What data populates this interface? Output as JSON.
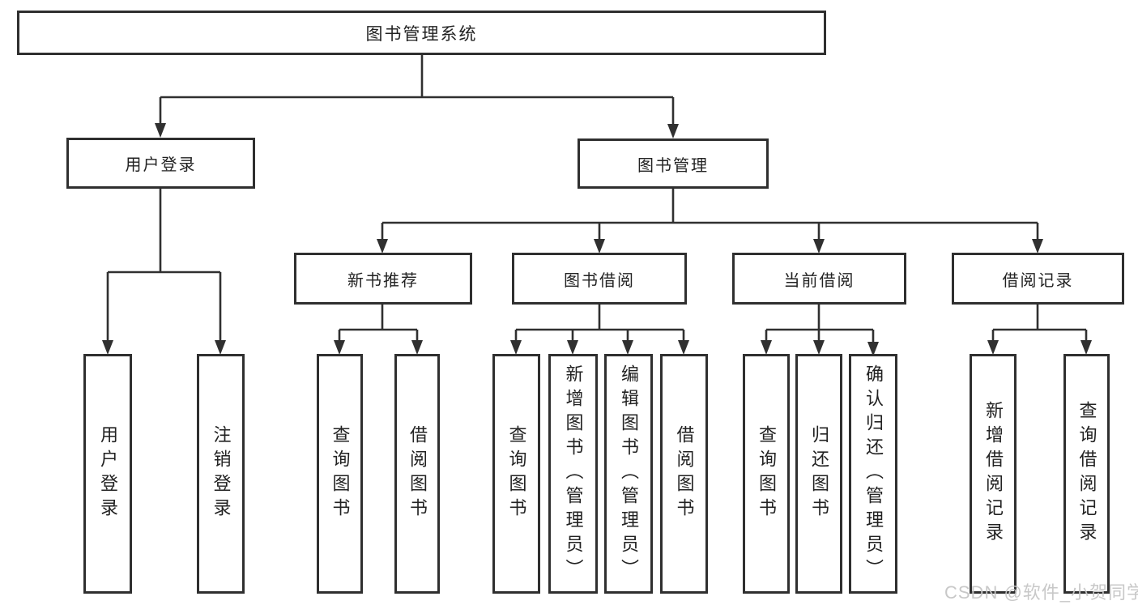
{
  "diagram": {
    "root": {
      "label": "图书管理系统"
    },
    "children": [
      {
        "label": "用户登录",
        "children": [
          {
            "label": "用户登录"
          },
          {
            "label": "注销登录"
          }
        ]
      },
      {
        "label": "图书管理",
        "children": [
          {
            "label": "新书推荐",
            "children": [
              {
                "label": "查询图书"
              },
              {
                "label": "借阅图书"
              }
            ]
          },
          {
            "label": "图书借阅",
            "children": [
              {
                "label": "查询图书"
              },
              {
                "label": "新增图书（管理员）"
              },
              {
                "label": "编辑图书（管理员）"
              },
              {
                "label": "借阅图书"
              }
            ]
          },
          {
            "label": "当前借阅",
            "children": [
              {
                "label": "查询图书"
              },
              {
                "label": "归还图书"
              },
              {
                "label": "确认归还（管理员）"
              }
            ]
          },
          {
            "label": "借阅记录",
            "children": [
              {
                "label": "新增借阅记录"
              },
              {
                "label": "查询借阅记录"
              }
            ]
          }
        ]
      }
    ]
  },
  "watermark": "CSDN @软件_小贺同学",
  "colors": {
    "background": "#ffffff",
    "box_fill": "#ffffff",
    "box_border": "#2f2f2f",
    "line": "#303030",
    "text": "#222222",
    "watermark": "#c5c5c5"
  }
}
